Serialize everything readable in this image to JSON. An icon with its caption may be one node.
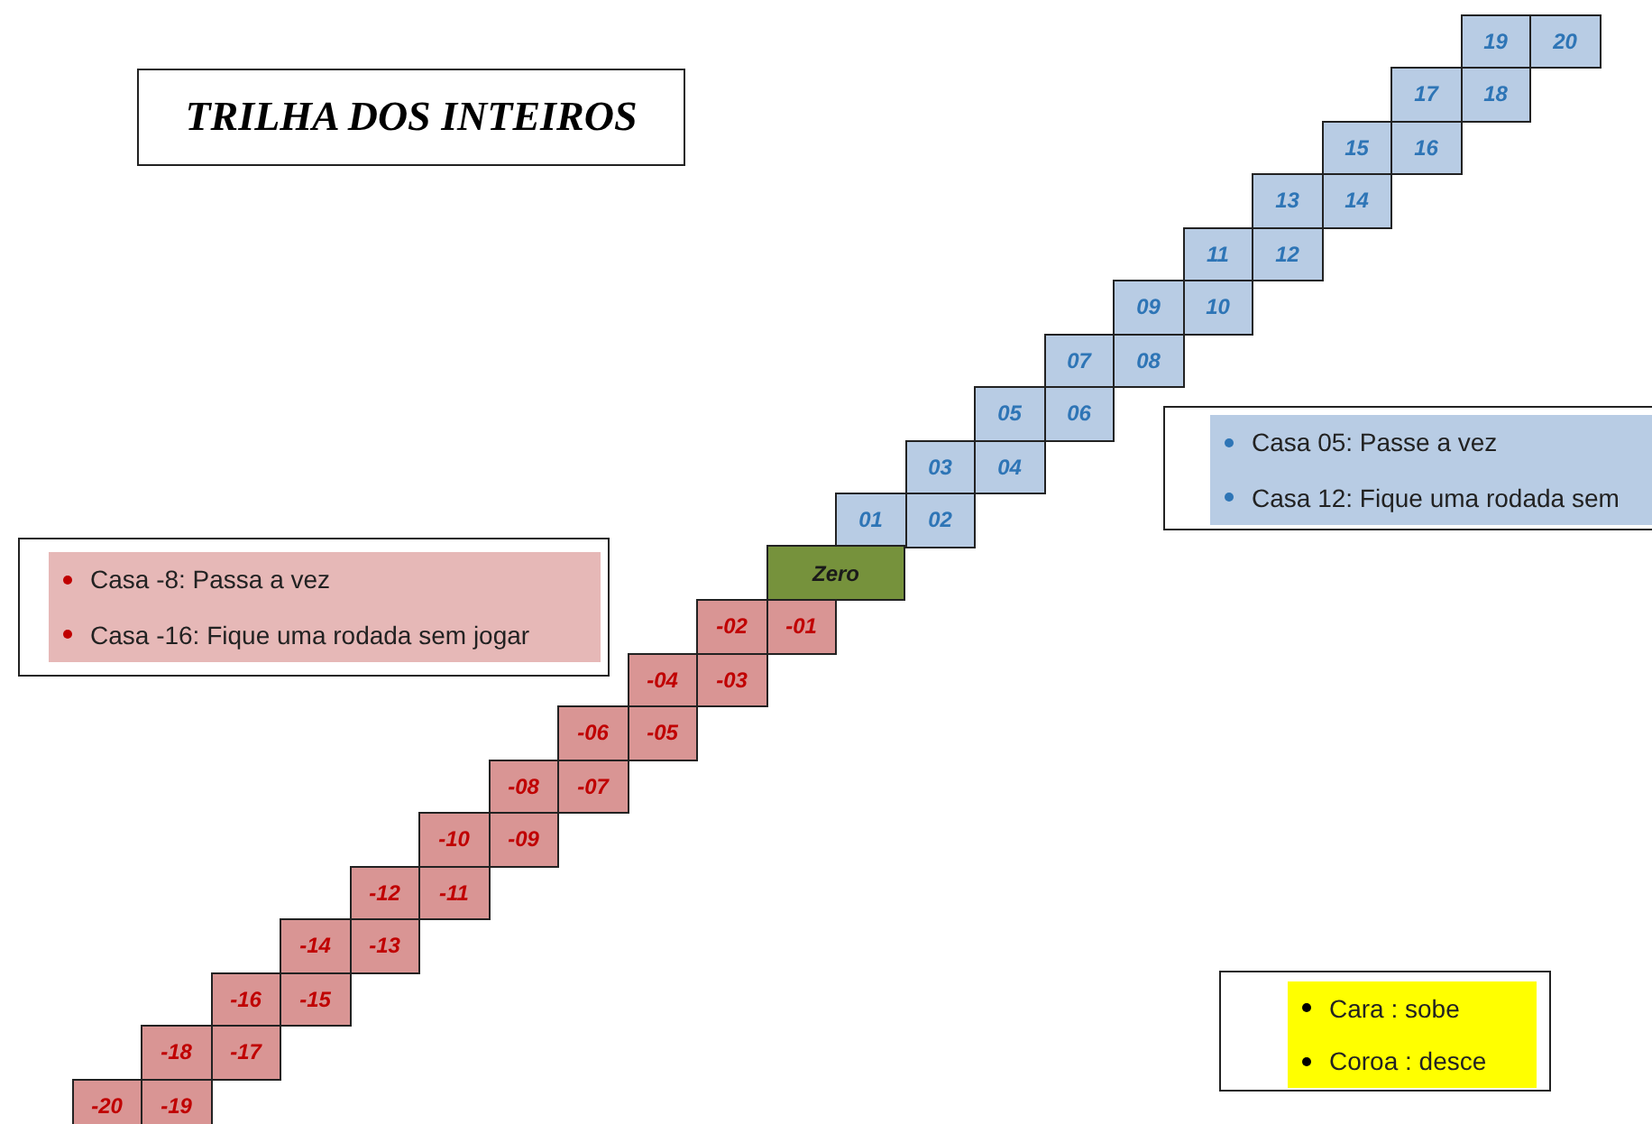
{
  "diagram": {
    "nodes": [
      {
        "text": [
          "TRILHA DOS INTEIROS"
        ]
      },
      {
        "text": [
          "19"
        ]
      },
      {
        "text": [
          "20"
        ]
      },
      {
        "text": [
          "17"
        ]
      },
      {
        "text": [
          "18"
        ]
      },
      {
        "text": [
          "15"
        ]
      },
      {
        "text": [
          "16"
        ]
      },
      {
        "text": [
          "13"
        ]
      },
      {
        "text": [
          "14"
        ]
      },
      {
        "text": [
          "11"
        ]
      },
      {
        "text": [
          "12"
        ]
      },
      {
        "text": [
          "09"
        ]
      },
      {
        "text": [
          "10"
        ]
      },
      {
        "text": [
          "07"
        ]
      },
      {
        "text": [
          "08"
        ]
      },
      {
        "text": [
          "05"
        ]
      },
      {
        "text": [
          "06"
        ]
      },
      {
        "text": [
          "03"
        ]
      },
      {
        "text": [
          "04"
        ]
      },
      {
        "text": [
          "01"
        ]
      },
      {
        "text": [
          "02"
        ]
      },
      {
        "text": [
          "Casa 05: Passe a vez",
          "Casa 12: Fique uma rodada sem"
        ]
      },
      {
        "text": [
          "Casa -8: Passa a vez",
          "Casa -16: Fique uma rodada sem jogar"
        ]
      },
      {
        "text": [
          "Zero"
        ]
      },
      {
        "text": [
          "-02"
        ]
      },
      {
        "text": [
          "-01"
        ]
      },
      {
        "text": [
          "-04"
        ]
      },
      {
        "text": [
          "-03"
        ]
      },
      {
        "text": [
          "-06"
        ]
      },
      {
        "text": [
          "-05"
        ]
      },
      {
        "text": [
          "-08"
        ]
      },
      {
        "text": [
          "-07"
        ]
      },
      {
        "text": [
          "-10"
        ]
      },
      {
        "text": [
          "-09"
        ]
      },
      {
        "text": [
          "-12"
        ]
      },
      {
        "text": [
          "-11"
        ]
      },
      {
        "text": [
          "-14"
        ]
      },
      {
        "text": [
          "-13"
        ]
      },
      {
        "text": [
          "-16"
        ]
      },
      {
        "text": [
          "-15"
        ]
      },
      {
        "text": [
          "-18"
        ]
      },
      {
        "text": [
          "-17"
        ]
      },
      {
        "text": [
          "-20"
        ]
      },
      {
        "text": [
          "-19"
        ]
      },
      {
        "text": [
          "Cara : sobe",
          "Coroa : desce"
        ]
      }
    ]
  }
}
